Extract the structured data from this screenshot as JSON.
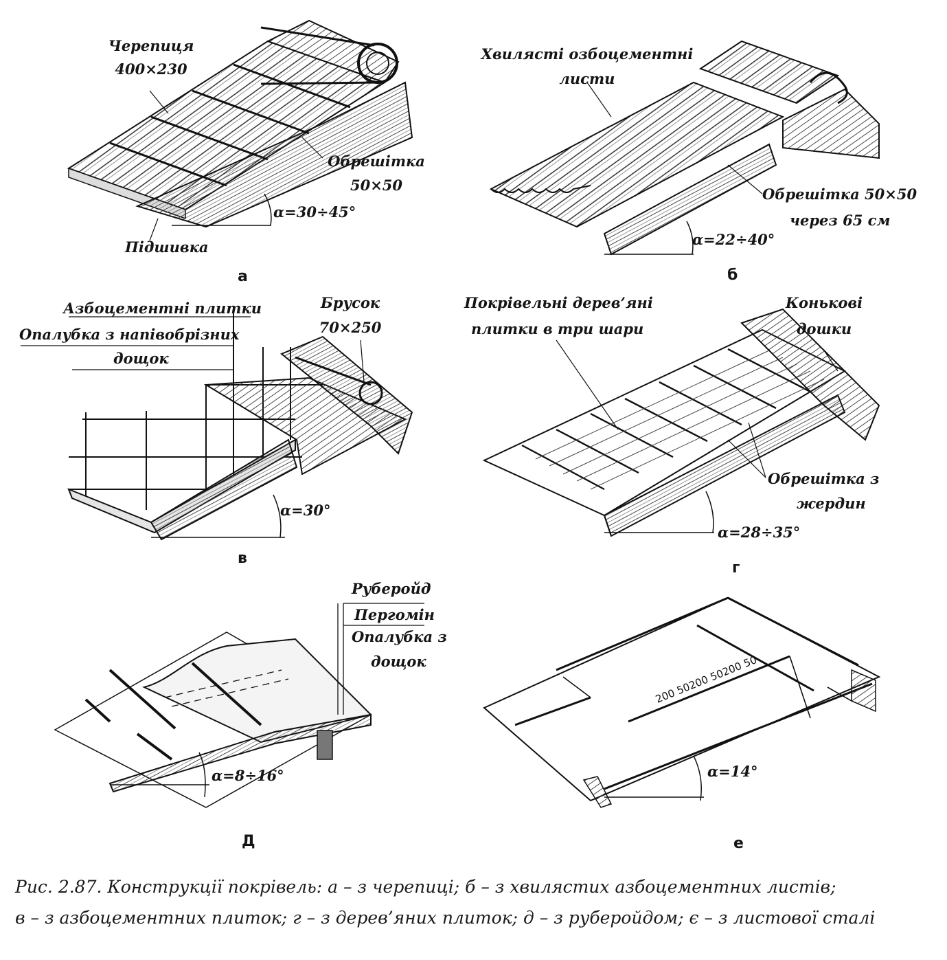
{
  "figure": {
    "caption_line1": "Рис. 2.87. Конструкції  покрівель: а – з черепиці; б – з хвилястих азбоцементних листів;",
    "caption_line2": "в – з азбоцементних плиток; г – з дерев’яних плиток; д – з руберойдом; є – з листової сталі"
  },
  "panels": {
    "a": {
      "letter": "а",
      "label_tile_1": "Черепиця",
      "label_tile_2": "400×230",
      "label_lath_1": "Обрешітка",
      "label_lath_2": "50×50",
      "label_soffit": "Підшивка",
      "angle": "α=30÷45°"
    },
    "b": {
      "letter": "б",
      "label_sheets_1": "Хвилясті озбоцементні",
      "label_sheets_2": "листи",
      "label_lath_1": "Обрешітка 50×50",
      "label_lath_2": "через 65 см",
      "angle": "α=22÷40°"
    },
    "v": {
      "letter": "в",
      "label_tiles": "Азбоцементні плитки",
      "label_formwork_1": "Опалубка з напівобрізних",
      "label_formwork_2": "дощок",
      "label_bar_1": "Брусок",
      "label_bar_2": "70×250",
      "angle": "α=30°"
    },
    "g": {
      "letter": "г",
      "label_wood_1": "Покрівельні дерев’яні",
      "label_wood_2": "плитки в три шари",
      "label_ridge_1": "Конькові",
      "label_ridge_2": "дошки",
      "label_lath_1": "Обрешітка з",
      "label_lath_2": "жердин",
      "angle": "α=28÷35°"
    },
    "d": {
      "letter": "Д",
      "label_roofing": "Руберойд",
      "label_pergamin": "Пергомін",
      "label_formwork_1": "Опалубка з",
      "label_formwork_2": "дощок",
      "angle": "α=8÷16°"
    },
    "e": {
      "letter": "е",
      "dims": "200 50200 50200 50",
      "angle": "α=14°"
    }
  }
}
